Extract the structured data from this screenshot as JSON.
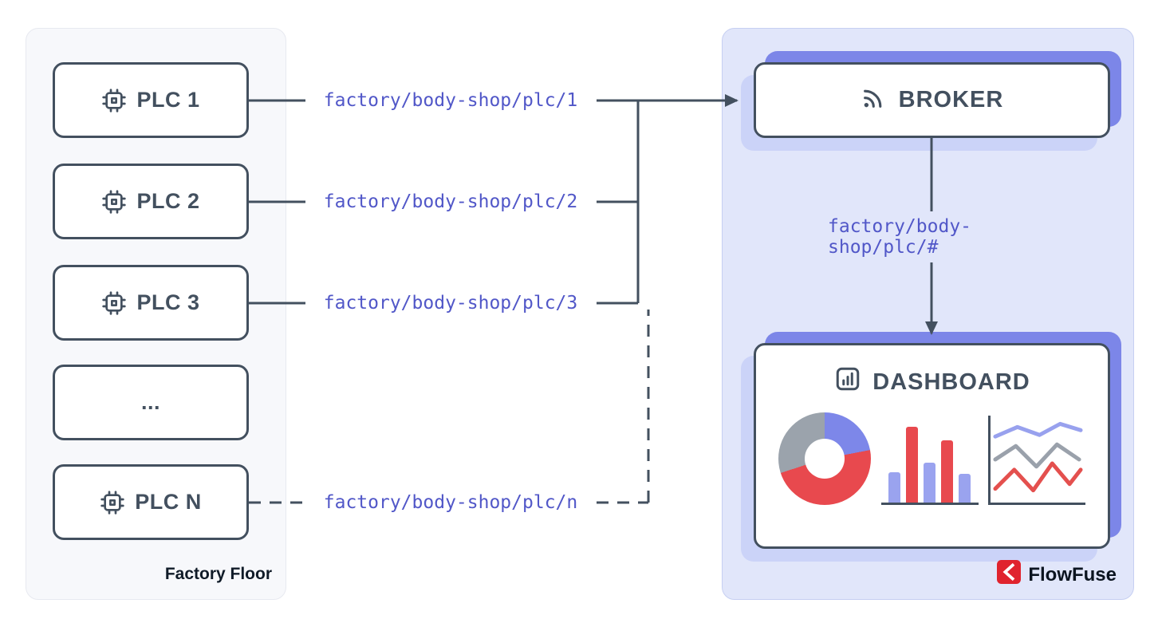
{
  "factory_panel": {
    "label": "Factory Floor",
    "plcs": [
      {
        "label": "PLC 1",
        "icon": "cpu-icon"
      },
      {
        "label": "PLC 2",
        "icon": "cpu-icon"
      },
      {
        "label": "PLC 3",
        "icon": "cpu-icon"
      },
      {
        "label": "...",
        "icon": null
      },
      {
        "label": "PLC N",
        "icon": "cpu-icon"
      }
    ]
  },
  "topics": {
    "plc1": "factory/body-shop/plc/1",
    "plc2": "factory/body-shop/plc/2",
    "plc3": "factory/body-shop/plc/3",
    "plcn": "factory/body-shop/plc/n",
    "wildcard": "factory/body-shop/plc/#"
  },
  "broker": {
    "label": "BROKER",
    "icon": "broadcast-icon"
  },
  "dashboard": {
    "label": "DASHBOARD",
    "icon": "bar-chart-icon"
  },
  "branding": {
    "label": "FlowFuse",
    "icon": "flowfuse-logo"
  },
  "colors": {
    "outline": "#43505f",
    "topic_text": "#5157c8",
    "accent_indigo": "#7c86e8",
    "accent_lavender": "#cbd3f8",
    "panel_left_bg": "#f7f8fb",
    "panel_right_bg": "#e1e6fa",
    "chart_red": "#e8494e",
    "chart_indigo": "#9aa3ef",
    "chart_gray": "#9ba3ac"
  },
  "chart_data": [
    {
      "type": "pie",
      "title": "dashboard-donut-chart",
      "slices": [
        {
          "value": 22,
          "color": "#7d87e9"
        },
        {
          "value": 48,
          "color": "#e8494e"
        },
        {
          "value": 30,
          "color": "#9ba3ac"
        }
      ]
    },
    {
      "type": "bar",
      "title": "dashboard-bar-chart",
      "values": [
        38,
        95,
        50,
        78,
        36
      ],
      "colors": [
        "#9aa3ef",
        "#e8494e",
        "#9aa3ef",
        "#e8494e",
        "#9aa3ef"
      ],
      "ymax": 110
    },
    {
      "type": "line",
      "title": "dashboard-line-chart",
      "series": [
        {
          "name": "indigo",
          "color": "#98a1ee",
          "points": [
            [
              6,
              26
            ],
            [
              34,
              14
            ],
            [
              62,
              24
            ],
            [
              88,
              10
            ],
            [
              114,
              18
            ]
          ]
        },
        {
          "name": "gray",
          "color": "#9aa1ab",
          "points": [
            [
              6,
              55
            ],
            [
              32,
              38
            ],
            [
              58,
              64
            ],
            [
              84,
              36
            ],
            [
              112,
              55
            ]
          ]
        },
        {
          "name": "red",
          "color": "#e4504e",
          "points": [
            [
              6,
              92
            ],
            [
              30,
              68
            ],
            [
              54,
              94
            ],
            [
              78,
              60
            ],
            [
              100,
              86
            ],
            [
              114,
              68
            ]
          ]
        }
      ]
    }
  ]
}
